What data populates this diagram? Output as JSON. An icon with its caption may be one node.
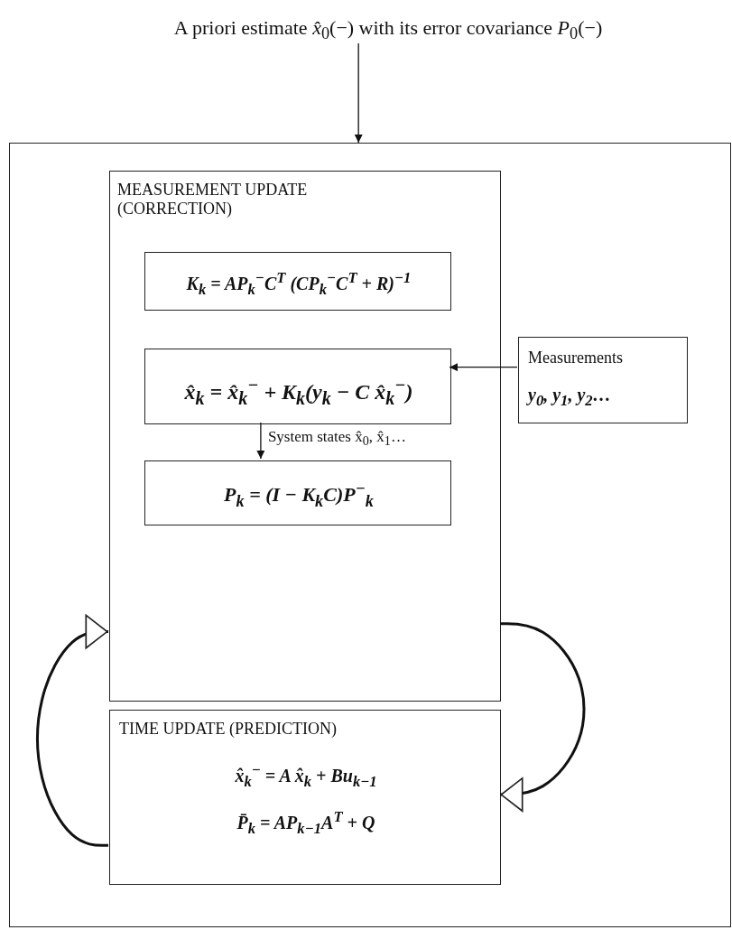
{
  "diagram": {
    "nodes": [
      {
        "text": [
          "A priori estimate *x̂*$_{0}$(−) with its error covariance *P*$_{0}$(−)"
        ]
      },
      {
        "text": [],
        "shape": "box"
      },
      {
        "text": [
          "MEASUREMENT UPDATE (CORRECTION)"
        ],
        "in": 1
      },
      {
        "text": [
          "K$_{k}$ = AP$_{k}$$^{−}$C$^{T}$ (CP$_{k}$$^{−}$C$^{T}$ + R)$^{−1}$"
        ],
        "in": 2
      },
      {
        "text": [
          "x̂$_{k}$ = x̂$_{k}$$^{−}$ + K$_{k}$(y$_{k}$ − C x̂$_{k}$$^{−}$)"
        ],
        "in": 2
      },
      {
        "text": [
          "P$_{k}$ = (I − K$_{k}$C)P$^{−}$$_{k}$"
        ],
        "in": 2
      },
      {
        "text": [
          "Measurements",
          "y$_{0}$, y$_{1}$, y$_{2}$…"
        ],
        "in": 1
      },
      {
        "text": [
          "TIME UPDATE (PREDICTION)",
          "x̂$_{k}$$^{−}$ = A x̂$_{k}$ + Bu$_{k−1}$",
          "P̄$_{k}$ = AP$_{k−1}$A$^{T}$ + Q"
        ],
        "in": 1
      }
    ],
    "edges": [
      {
        "from": 0,
        "to": 1,
        "arrow": "to"
      },
      {
        "from": 6,
        "to": 4,
        "arrow": "to"
      },
      {
        "from": 4,
        "to": 5,
        "arrow": "to",
        "label": "System states x̂$_{0}$, x̂$_{1}$…"
      },
      {
        "from": 2,
        "to": 7,
        "arrow": "to",
        "style": "thick"
      },
      {
        "from": 7,
        "to": 2,
        "arrow": "to",
        "style": "thick"
      }
    ]
  }
}
